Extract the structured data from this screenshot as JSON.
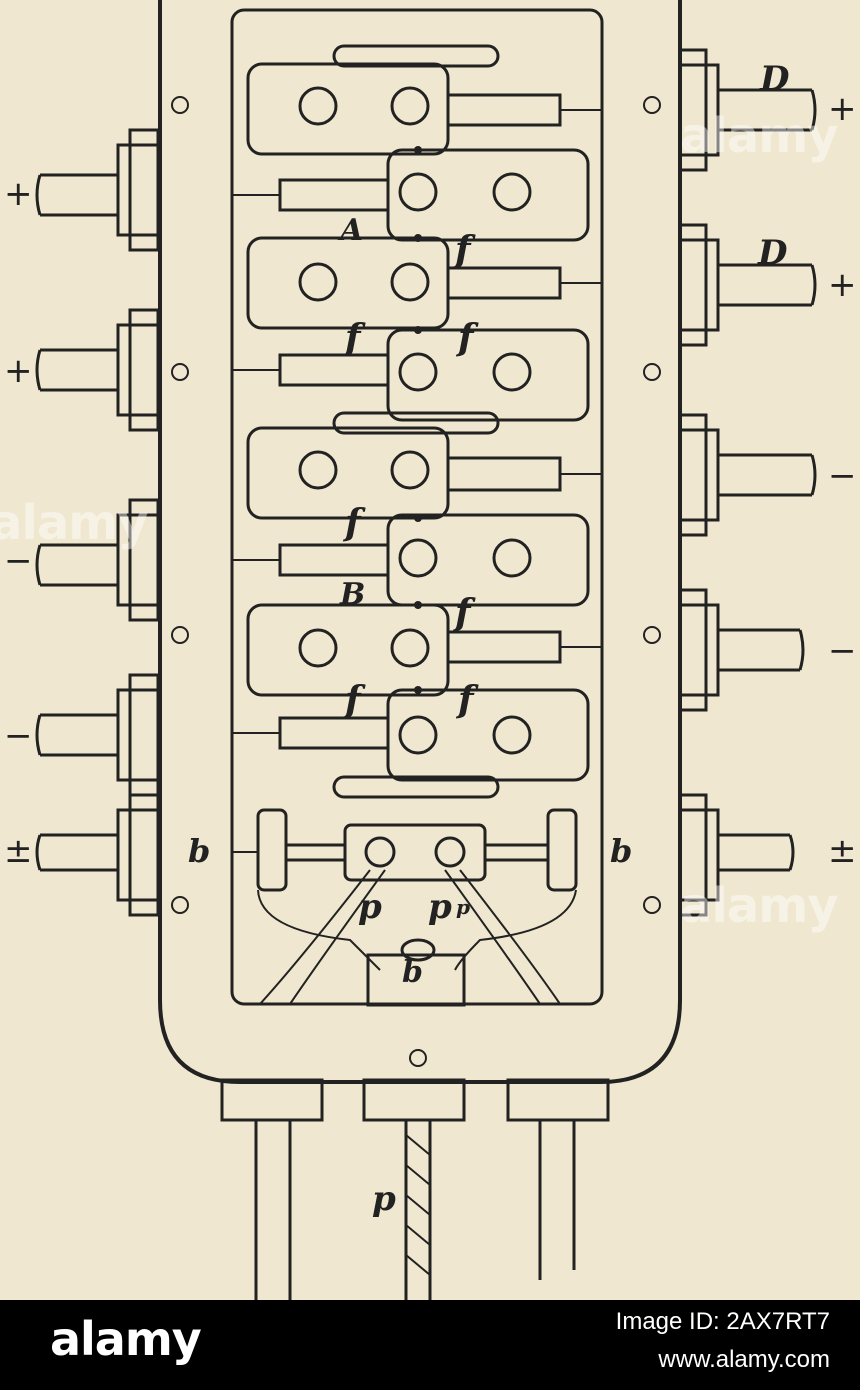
{
  "figure": {
    "labels": {
      "A": "A",
      "B": "B",
      "D_top": "D",
      "D_mid": "D",
      "f": "f",
      "b": "b",
      "p": "p",
      "p_small": "p"
    },
    "polarity": {
      "left": [
        "+",
        "+",
        "−",
        "−",
        "±"
      ],
      "right": [
        "+",
        "+",
        "−",
        "−",
        "±"
      ]
    }
  },
  "watermark": {
    "brand": "alamy",
    "image_id": "Image ID: 2AX7RT7",
    "site": "www.alamy.com"
  },
  "colors": {
    "paper": "#efe7cf",
    "ink": "#222222",
    "footer": "#000000"
  }
}
